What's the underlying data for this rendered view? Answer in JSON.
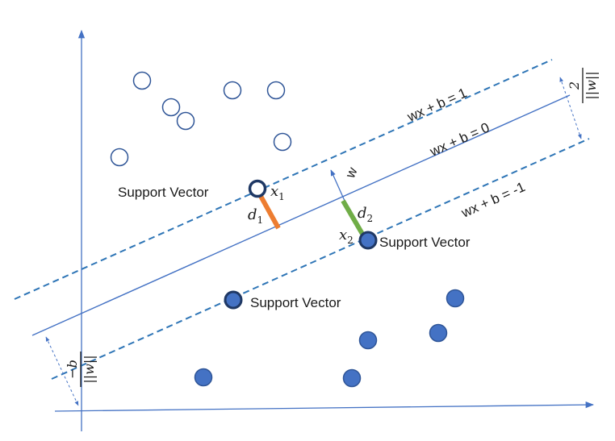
{
  "colors": {
    "axis": "#4472c4",
    "hyperplane": "#4472c4",
    "margin_lines": "#2e75b6",
    "hollow_stroke": "#2f5597",
    "filled_point": "#4472c4",
    "filled_point_stroke": "#2f5597",
    "support_vector_stroke": "#1f3864",
    "d1_segment": "#ed7d31",
    "d2_segment": "#70ad47",
    "text": "#1a1a1a"
  },
  "lines": {
    "upper": "wx + b = 1",
    "middle": "wx + b = 0",
    "lower": "wx + b = -1"
  },
  "support_vector_label": "Support Vector",
  "x1": {
    "base": "x",
    "sub": "1"
  },
  "x2": {
    "base": "x",
    "sub": "2"
  },
  "d1": {
    "base": "d",
    "sub": "1"
  },
  "d2": {
    "base": "d",
    "sub": "2"
  },
  "normal_label": "w",
  "margin_fraction": {
    "numerator": "2",
    "denominator": "||w||"
  },
  "bias_fraction": {
    "numerator": "−b",
    "denominator": "||w||"
  }
}
